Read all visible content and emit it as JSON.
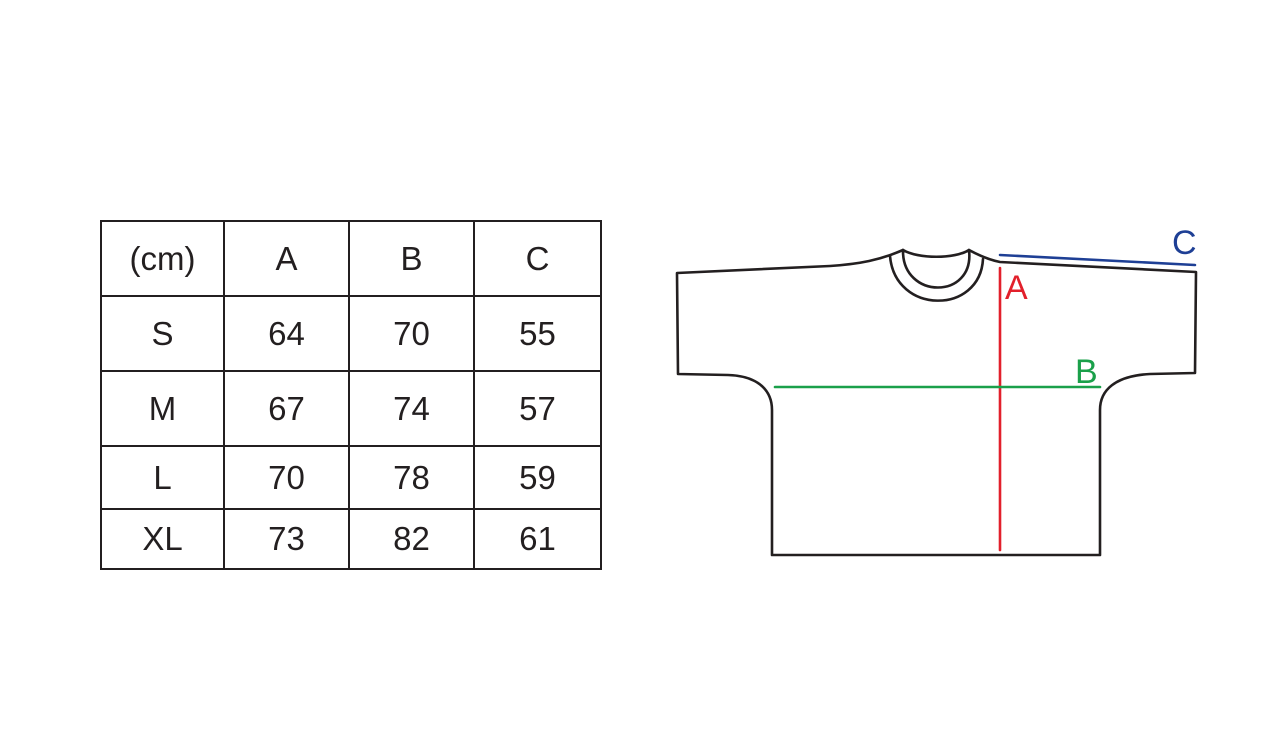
{
  "table": {
    "header": [
      "(cm)",
      "A",
      "B",
      "C"
    ],
    "rows": [
      {
        "size": "S",
        "a": "64",
        "b": "70",
        "c": "55"
      },
      {
        "size": "M",
        "a": "67",
        "b": "74",
        "c": "57"
      },
      {
        "size": "L",
        "a": "70",
        "b": "78",
        "c": "59"
      },
      {
        "size": "XL",
        "a": "73",
        "b": "82",
        "c": "61"
      }
    ]
  },
  "diagram": {
    "labels": {
      "a": "A",
      "b": "B",
      "c": "C"
    },
    "colors": {
      "outline": "#231f20",
      "a": "#e2202b",
      "b": "#1aa04a",
      "c": "#1e3f95"
    }
  }
}
